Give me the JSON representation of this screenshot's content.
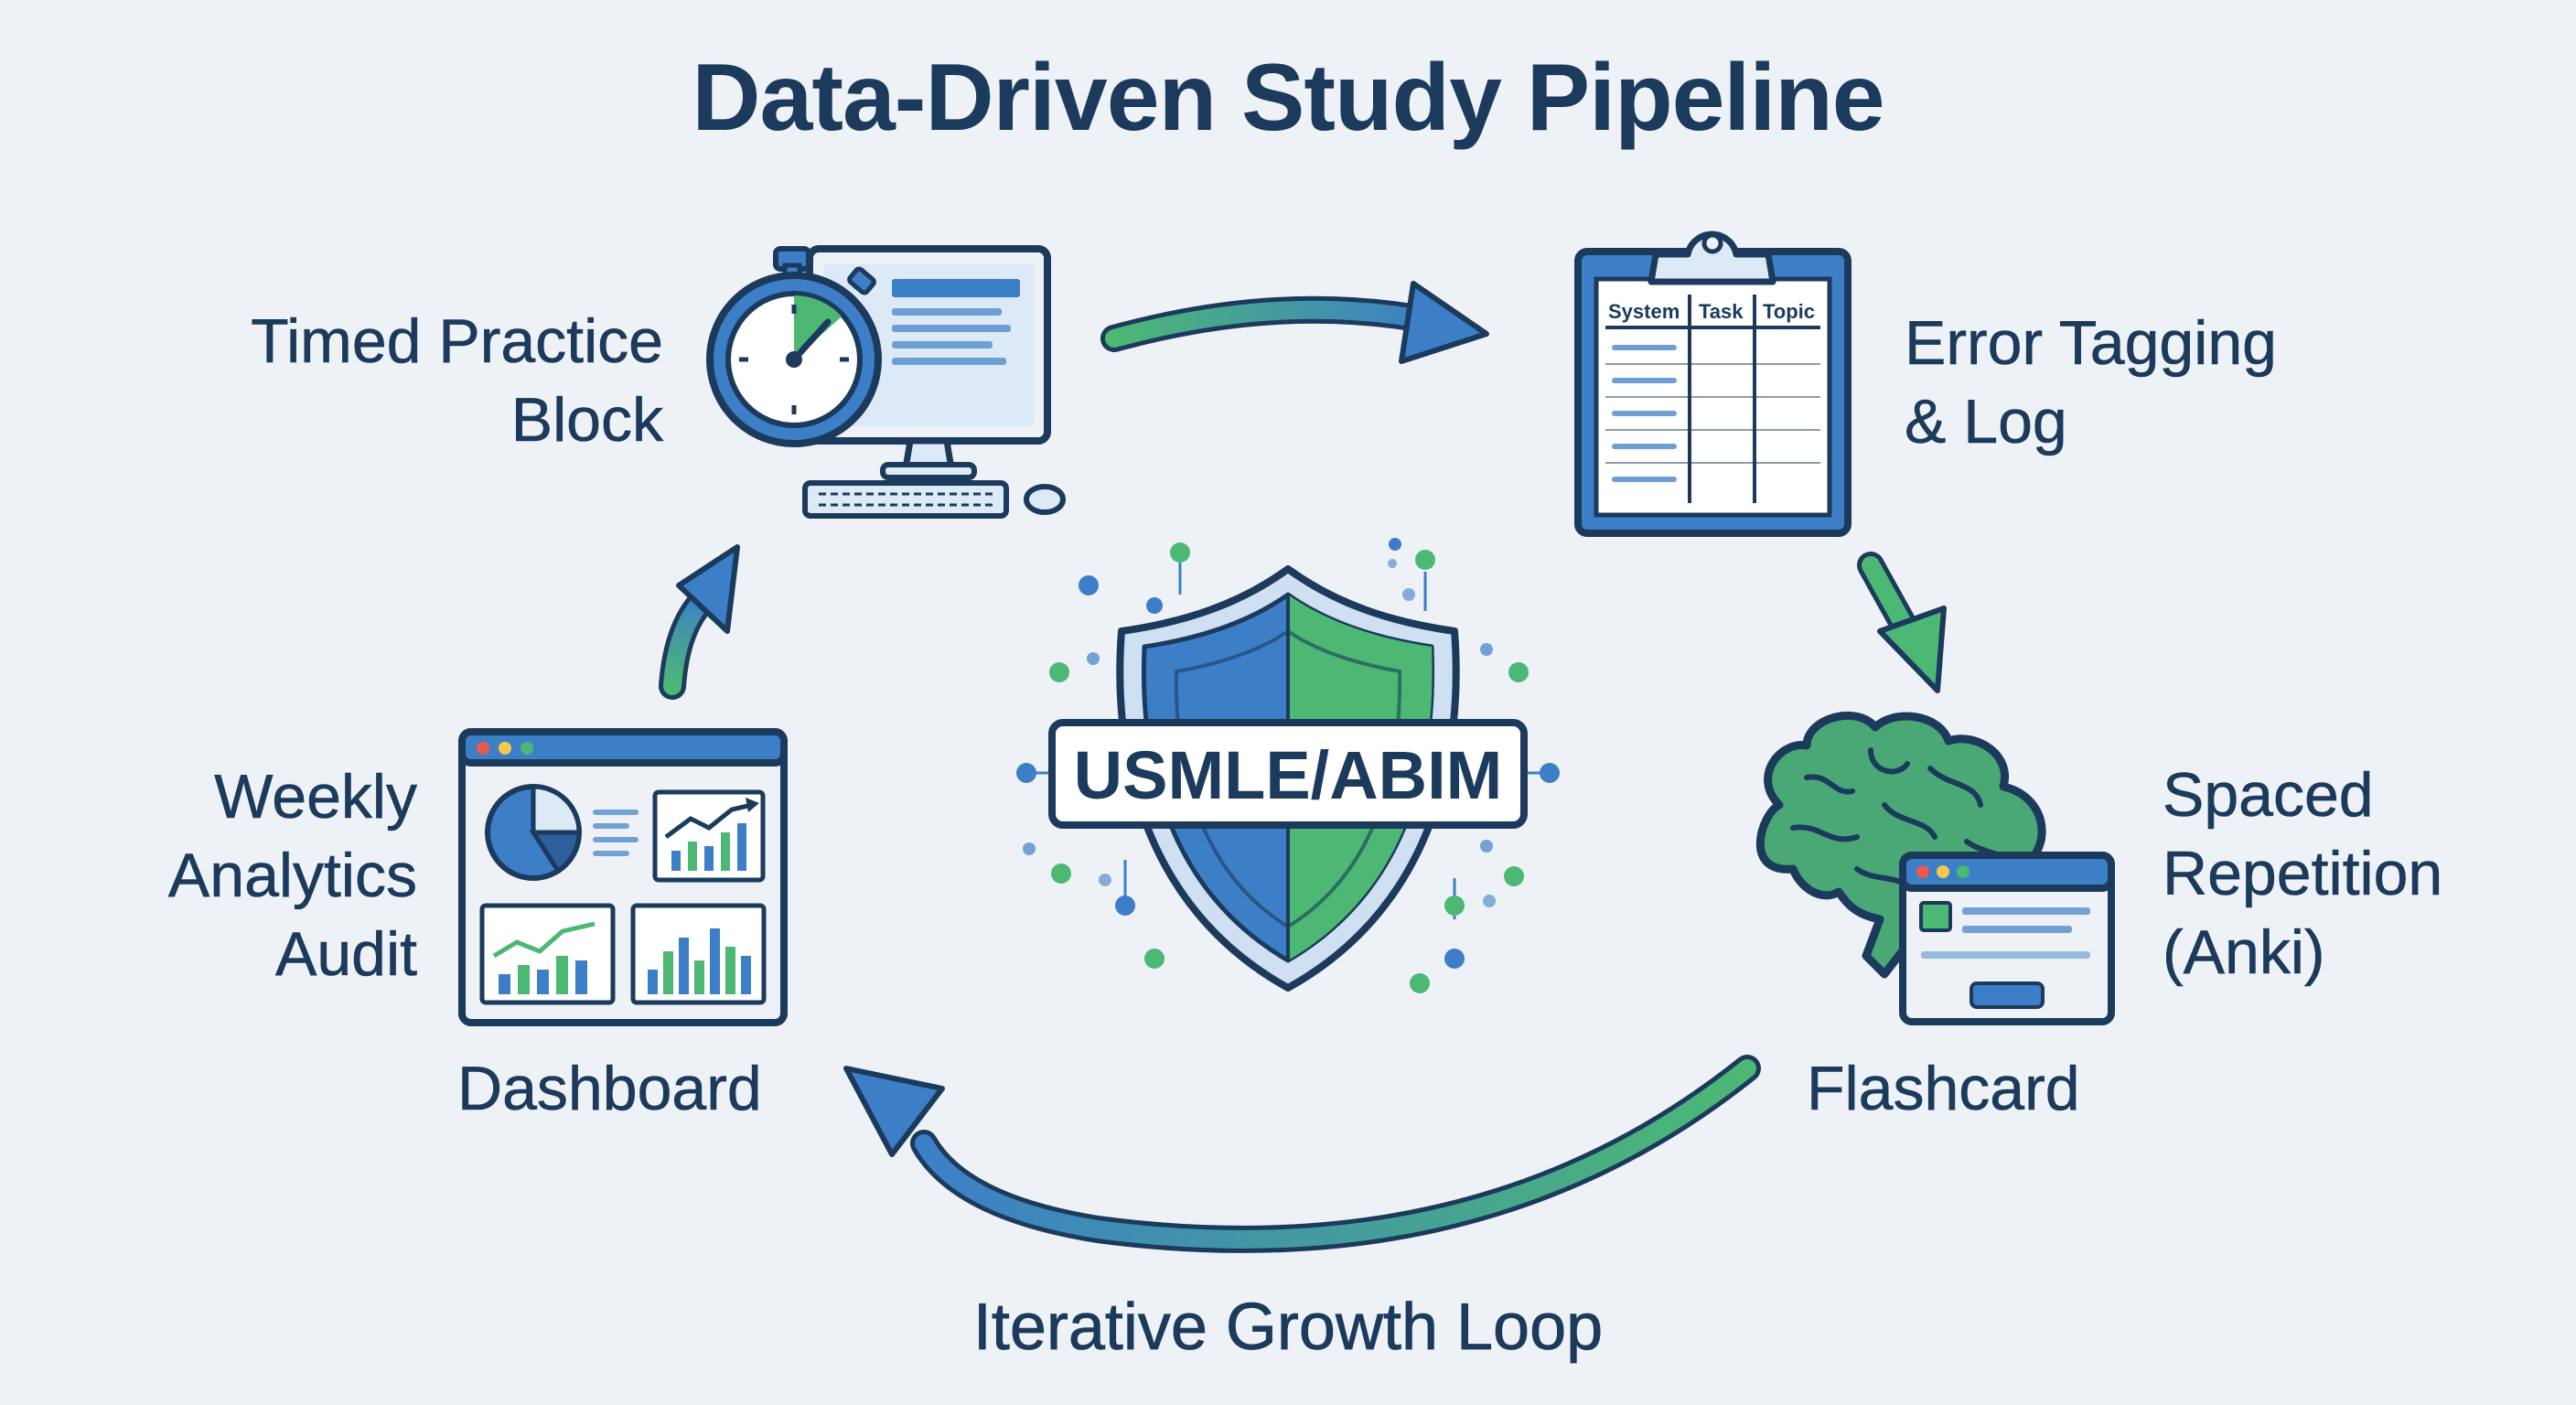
{
  "title": "Data-Driven Study Pipeline",
  "center": {
    "badge": "USMLE/ABIM"
  },
  "stages": {
    "timed_practice": {
      "line1": "Timed Practice",
      "line2": "Block"
    },
    "error_tagging": {
      "line1": "Error Tagging",
      "line2": "& Log"
    },
    "spaced_repetition": {
      "line1": "Spaced",
      "line2": "Repetition",
      "line3": "(Anki)",
      "caption": "Flashcard"
    },
    "weekly_audit": {
      "line1": "Weekly",
      "line2": "Analytics",
      "line3": "Audit",
      "caption": "Dashboard"
    }
  },
  "log_table": {
    "headers": [
      "System",
      "Task",
      "Topic"
    ]
  },
  "footer": "Iterative Growth Loop",
  "colors": {
    "navy": "#1b3a5c",
    "blue": "#3d7fc7",
    "green": "#4cb873",
    "light_blue": "#dceaf8"
  }
}
